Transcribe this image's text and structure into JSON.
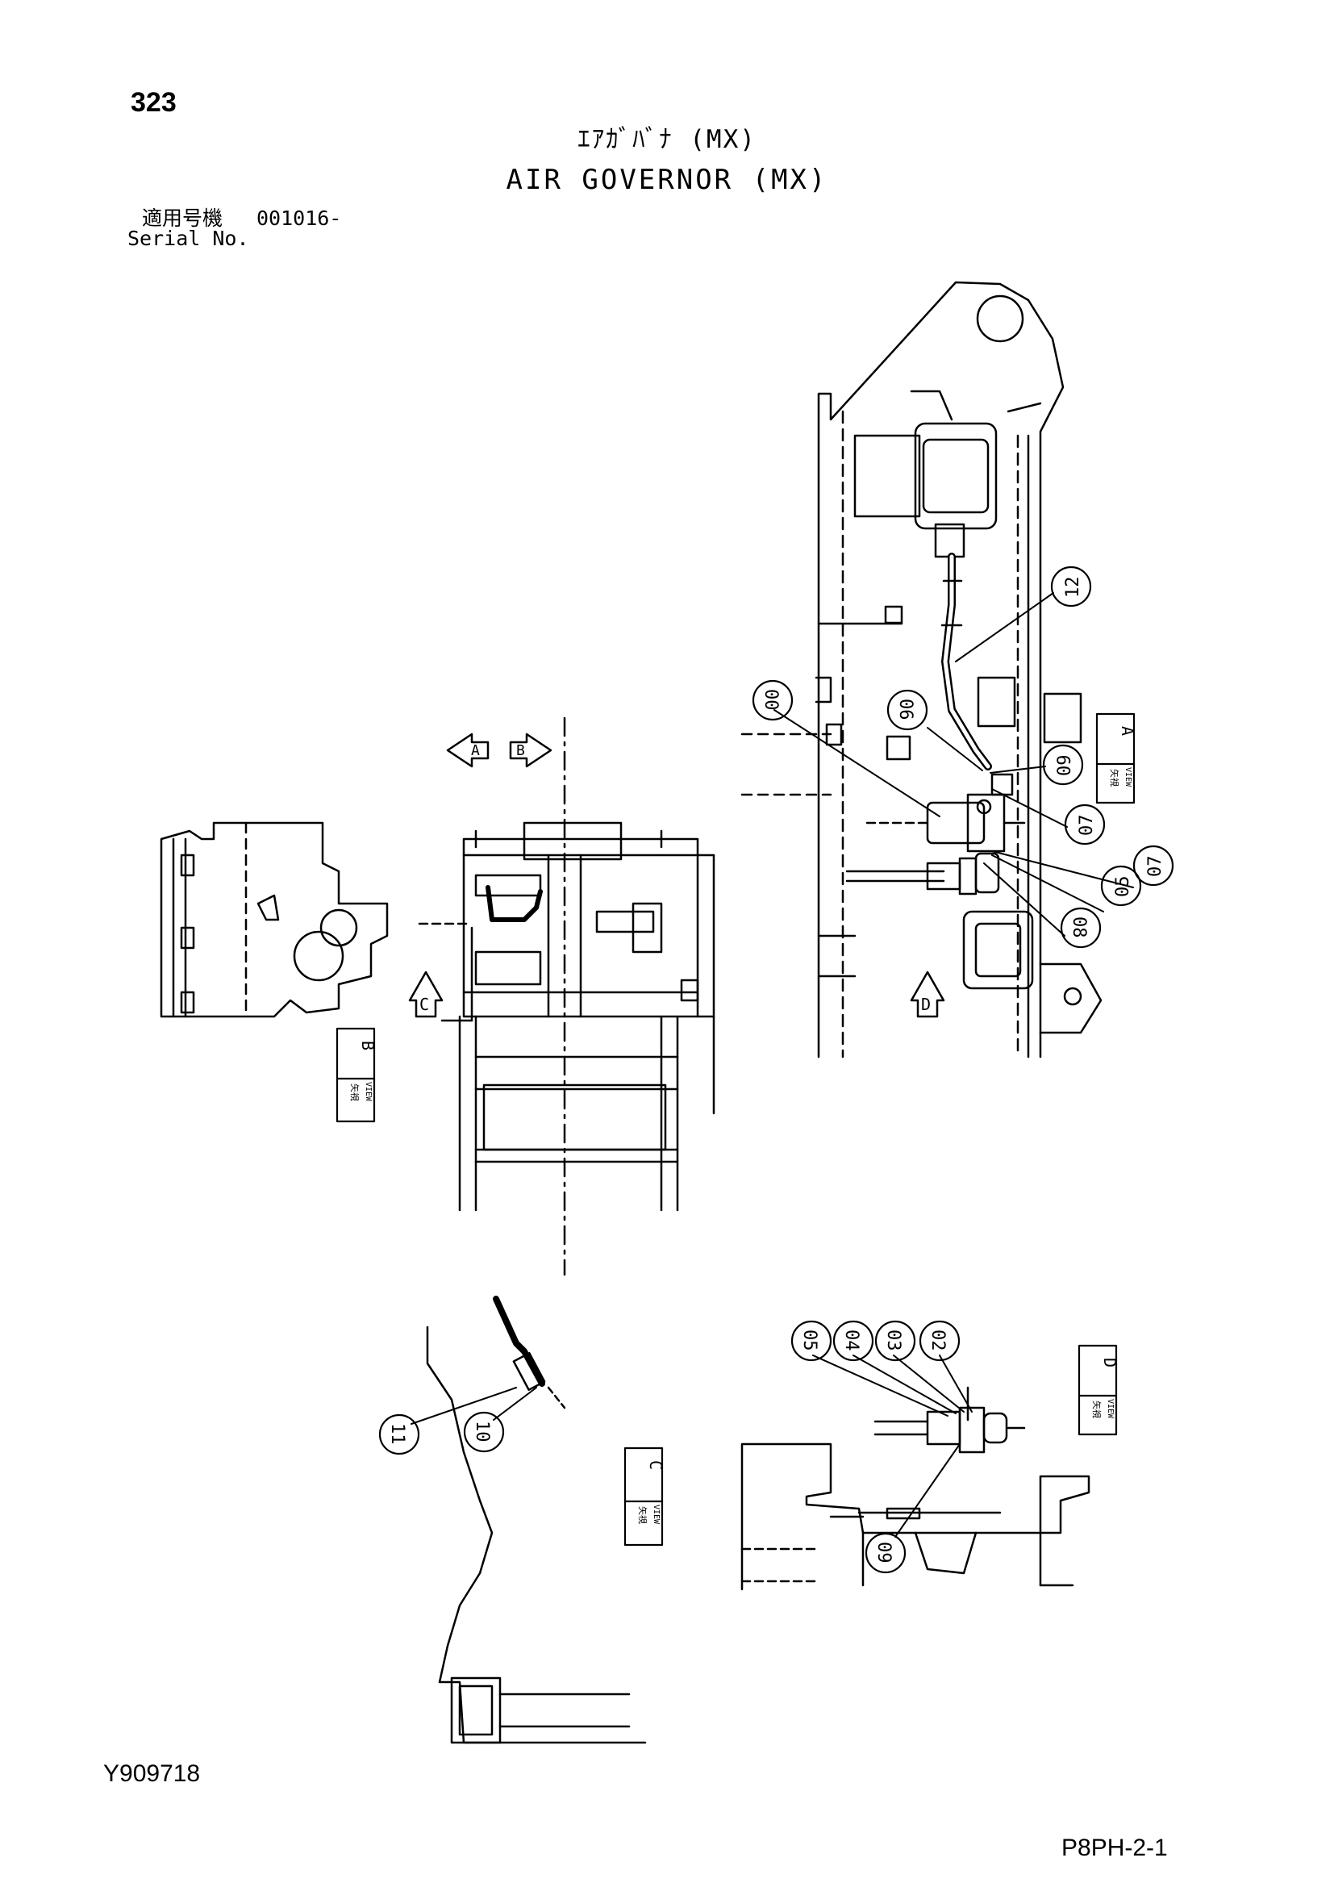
{
  "header": {
    "page_number": "323",
    "title_jp": "ｴｱｶﾞﾊﾞﾅ (MX)",
    "title_en": "AIR GOVERNOR (MX)",
    "serial_label_jp": "適用号機",
    "serial_code": "001016-",
    "serial_label_en": "Serial No."
  },
  "footer": {
    "document_id": "Y909718",
    "page_code": "P8PH-2-1"
  },
  "diagram": {
    "part_callouts": [
      "00",
      "12",
      "06",
      "09",
      "07",
      "05",
      "08",
      "07",
      "02",
      "03",
      "04",
      "05",
      "09",
      "10",
      "11"
    ],
    "view_letters": [
      "A",
      "B",
      "C",
      "D"
    ],
    "view_label_jp": "矢視",
    "view_label_en": "VIEW"
  }
}
